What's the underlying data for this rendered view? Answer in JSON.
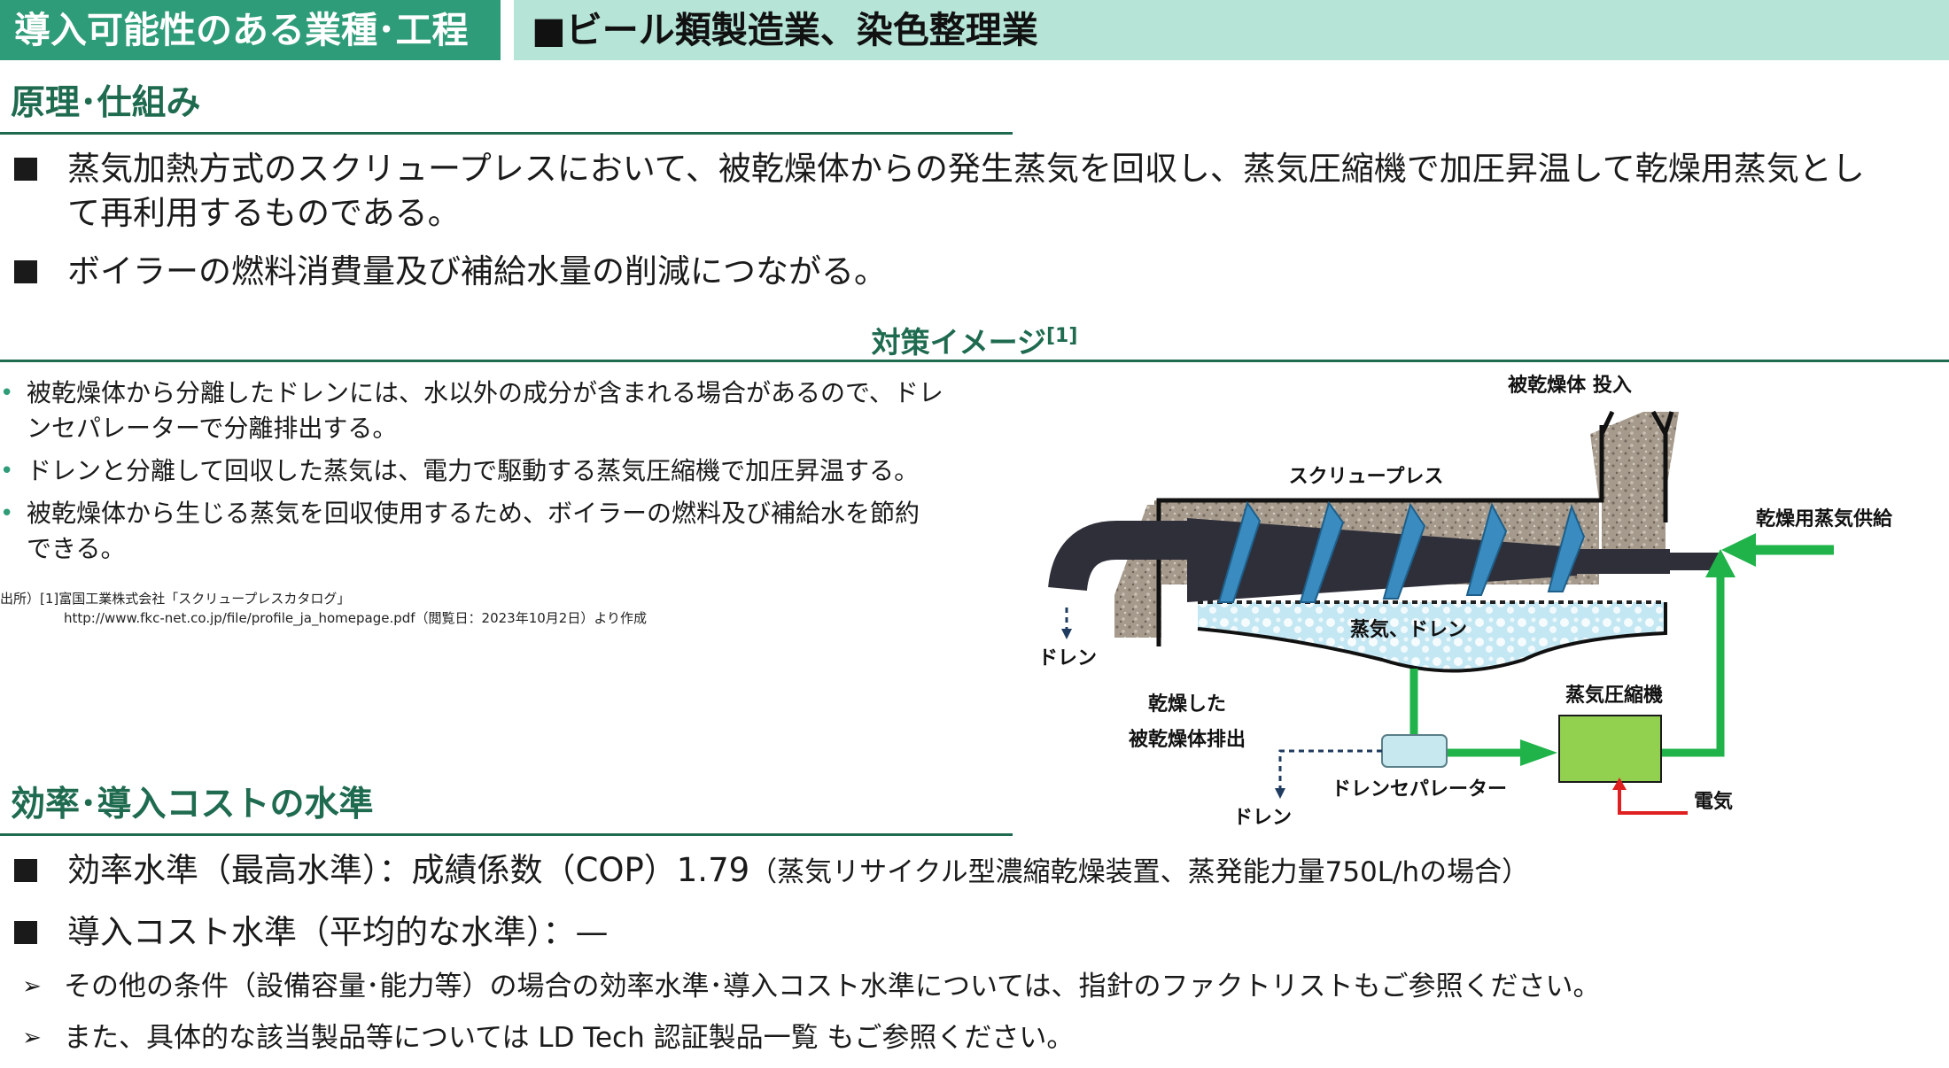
{
  "header": {
    "tag": "導入可能性のある業種･工程",
    "sector": "■ビール類製造業、染色整理業"
  },
  "principle": {
    "heading": "原理･仕組み",
    "bullets": [
      "蒸気加熱方式のスクリュープレスにおいて、被乾燥体からの発生蒸気を回収し、蒸気圧縮機で加圧昇温して乾燥用蒸気とし",
      "て再利用するものである。",
      "ボイラーの燃料消費量及び補給水量の削減につながる。"
    ]
  },
  "image": {
    "title": "対策イメージ",
    "ref": "[1]",
    "notes": [
      "被乾燥体から分離したドレンには、水以外の成分が含まれる場合があるので、ドレ",
      "ンセパレーターで分離排出する。",
      "ドレンと分離して回収した蒸気は、電力で駆動する蒸気圧縮機で加圧昇温する。",
      "被乾燥体から生じる蒸気を回収使用するため、ボイラーの燃料及び補給水を節約",
      "できる。"
    ],
    "source_line1": "出所）[1]富国工業株式会社「スクリュープレスカタログ」",
    "source_line2": "http://www.fkc-net.co.jp/file/profile_ja_homepage.pdf（閲覧日：2023年10月2日）より作成",
    "diagram": {
      "label_input": "被乾燥体 投入",
      "label_screw": "スクリュープレス",
      "label_supply": "乾燥用蒸気供給",
      "label_steam_drain": "蒸気、ドレン",
      "label_drain_left": "ドレン",
      "label_dried_1": "乾燥した",
      "label_dried_2": "被乾燥体排出",
      "label_compressor": "蒸気圧縮機",
      "label_separator": "ドレンセパレーター",
      "label_drain_bottom": "ドレン",
      "label_power": "電気",
      "colors": {
        "arrow_green": "#1fb34a",
        "compressor": "#92d050",
        "separator": "#c7e8ee",
        "shaft": "#2f2f3a",
        "flight": "#3a8bbf",
        "power_arrow": "#e02020",
        "mesh": "#a59a8c"
      }
    }
  },
  "efficiency": {
    "heading": "効率･導入コストの水準",
    "b1_main": "効率水準（最高水準）：成績係数（COP）1.79",
    "b1_note": "（蒸気リサイクル型濃縮乾燥装置、蒸発能力量750L/hの場合）",
    "b2": "導入コスト水準（平均的な水準）：—",
    "arrow_glyph": "➢",
    "notes": [
      "その他の条件（設備容量･能力等）の場合の効率水準･導入コスト水準については、指針のファクトリストもご参照ください。",
      "また、具体的な該当製品等については LD Tech 認証製品一覧 もご参照ください。"
    ]
  }
}
